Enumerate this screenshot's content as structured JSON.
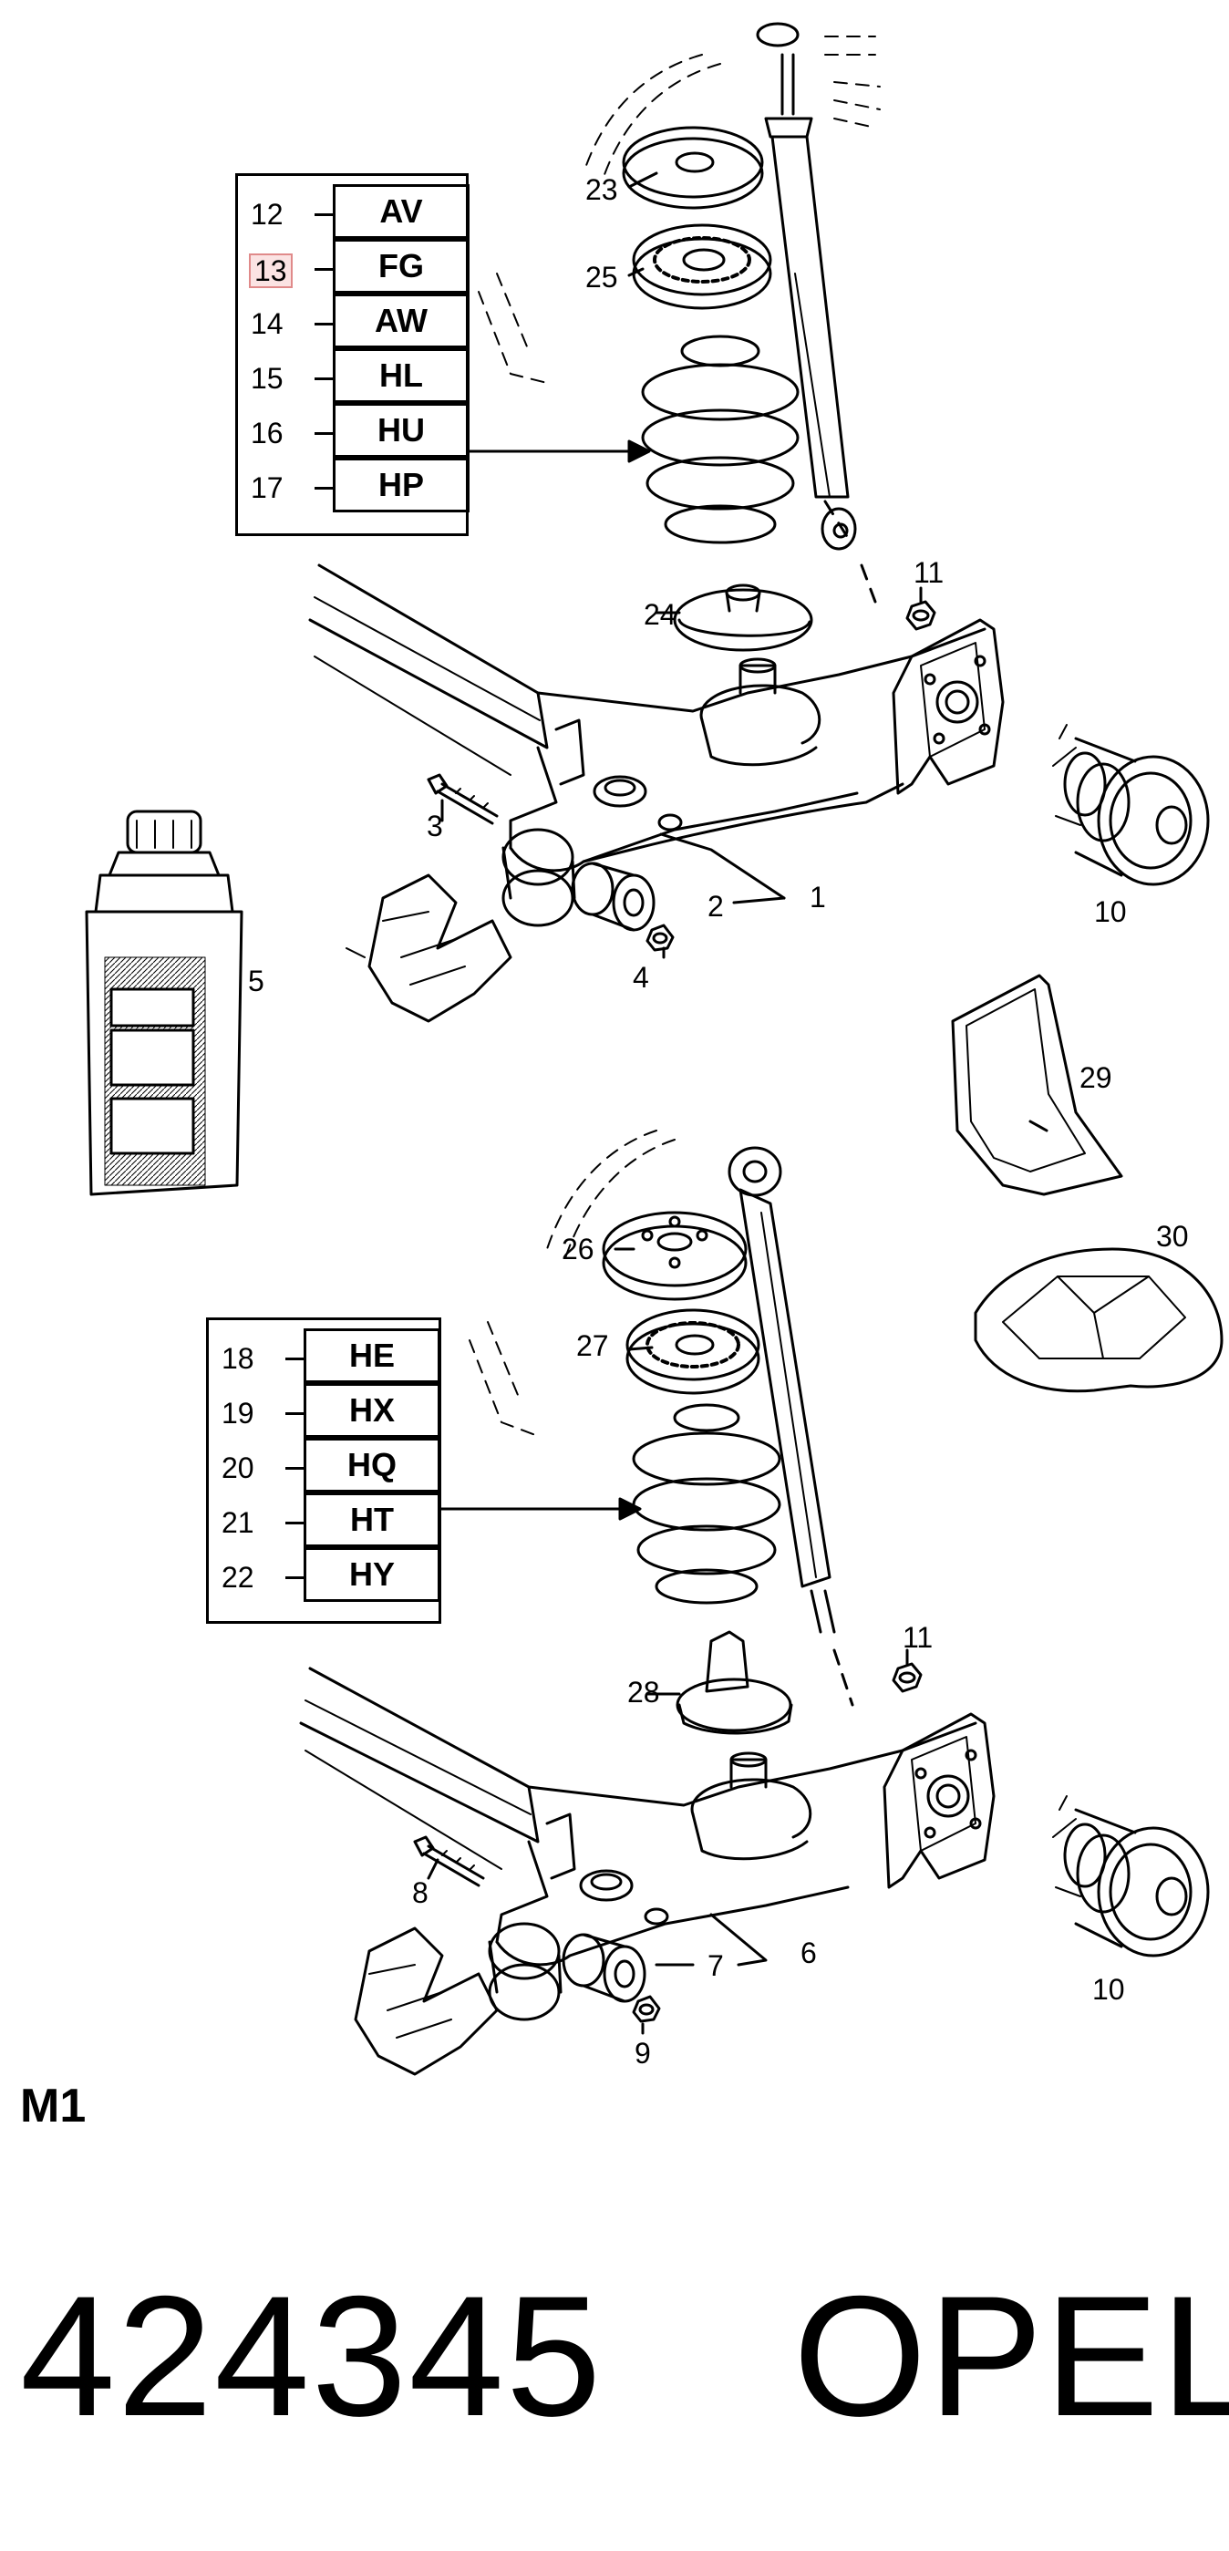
{
  "callouts_top": [
    {
      "id": "23",
      "label": "23"
    },
    {
      "id": "25",
      "label": "25"
    },
    {
      "id": "24",
      "label": "24"
    },
    {
      "id": "11",
      "label": "11"
    },
    {
      "id": "3",
      "label": "3"
    },
    {
      "id": "2",
      "label": "2"
    },
    {
      "id": "1",
      "label": "1"
    },
    {
      "id": "4",
      "label": "4"
    },
    {
      "id": "10",
      "label": "10"
    },
    {
      "id": "5",
      "label": "5"
    }
  ],
  "callouts_bottom": [
    {
      "id": "29",
      "label": "29"
    },
    {
      "id": "26",
      "label": "26"
    },
    {
      "id": "30",
      "label": "30"
    },
    {
      "id": "27",
      "label": "27"
    },
    {
      "id": "28",
      "label": "28"
    },
    {
      "id": "11b",
      "label": "11"
    },
    {
      "id": "8",
      "label": "8"
    },
    {
      "id": "7",
      "label": "7"
    },
    {
      "id": "6",
      "label": "6"
    },
    {
      "id": "9",
      "label": "9"
    },
    {
      "id": "10b",
      "label": "10"
    }
  ],
  "code_table_top": [
    {
      "num": "12",
      "code": "AV"
    },
    {
      "num": "13",
      "code": "FG",
      "highlighted": true
    },
    {
      "num": "14",
      "code": "AW"
    },
    {
      "num": "15",
      "code": "HL"
    },
    {
      "num": "16",
      "code": "HU"
    },
    {
      "num": "17",
      "code": "HP"
    }
  ],
  "code_table_bottom": [
    {
      "num": "18",
      "code": "HE"
    },
    {
      "num": "19",
      "code": "HX"
    },
    {
      "num": "20",
      "code": "HQ"
    },
    {
      "num": "21",
      "code": "HT"
    },
    {
      "num": "22",
      "code": "HY"
    }
  ],
  "footer": {
    "page_id": "M1",
    "part_number": "424345",
    "brand": "OPEL"
  },
  "colors": {
    "ink": "#000000",
    "highlight_border": "#e08a8a",
    "highlight_fill": "#fbe3e3"
  }
}
